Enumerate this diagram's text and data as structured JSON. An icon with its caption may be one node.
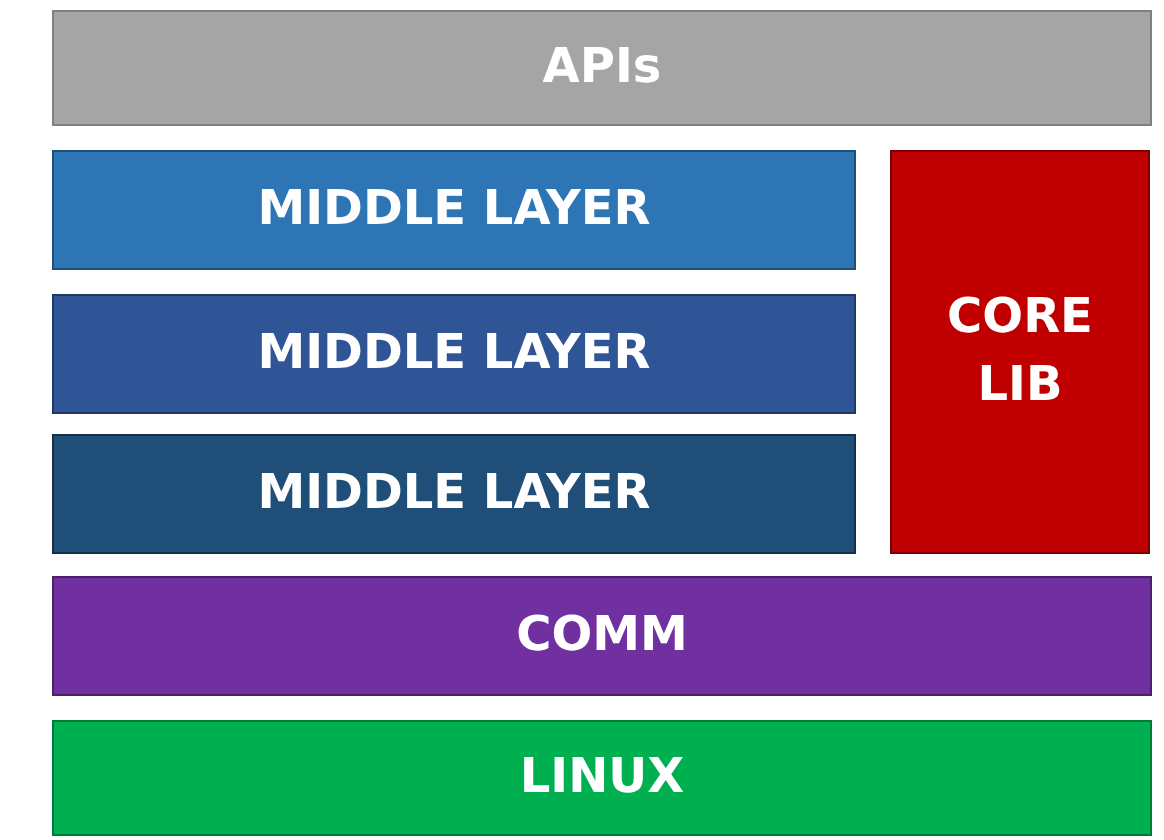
{
  "diagram": {
    "nodes": [
      {
        "text": [
          "APIs"
        ]
      },
      {
        "text": [
          "MIDDLE LAYER"
        ]
      },
      {
        "text": [
          "CORE LIB"
        ]
      },
      {
        "text": [
          "MIDDLE LAYER"
        ]
      },
      {
        "text": [
          "MIDDLE LAYER"
        ]
      },
      {
        "text": [
          "COMM"
        ]
      },
      {
        "text": [
          "LINUX"
        ]
      }
    ]
  }
}
